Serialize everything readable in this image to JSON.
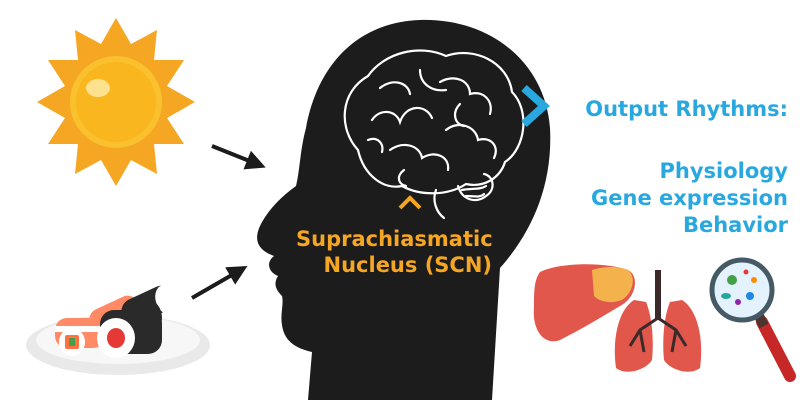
{
  "scn_label": {
    "line1": "Suprachiasmatic",
    "line2": "Nucleus (SCN)"
  },
  "output": {
    "heading": "Output Rhythms:",
    "items": [
      "Physiology",
      "Gene expression",
      "Behavior"
    ]
  },
  "icons": {
    "inputs": [
      "sun-icon",
      "sushi-plate-icon"
    ],
    "outputs": [
      "liver-icon",
      "lungs-icon",
      "magnifier-microbes-icon"
    ],
    "center": "head-brain-icon"
  },
  "colors": {
    "scn": "#f5a623",
    "output": "#29a8df",
    "head": "#1c1c1c",
    "sun": "#f5a623",
    "liver": "#e2574c",
    "lungs": "#e2574c"
  }
}
